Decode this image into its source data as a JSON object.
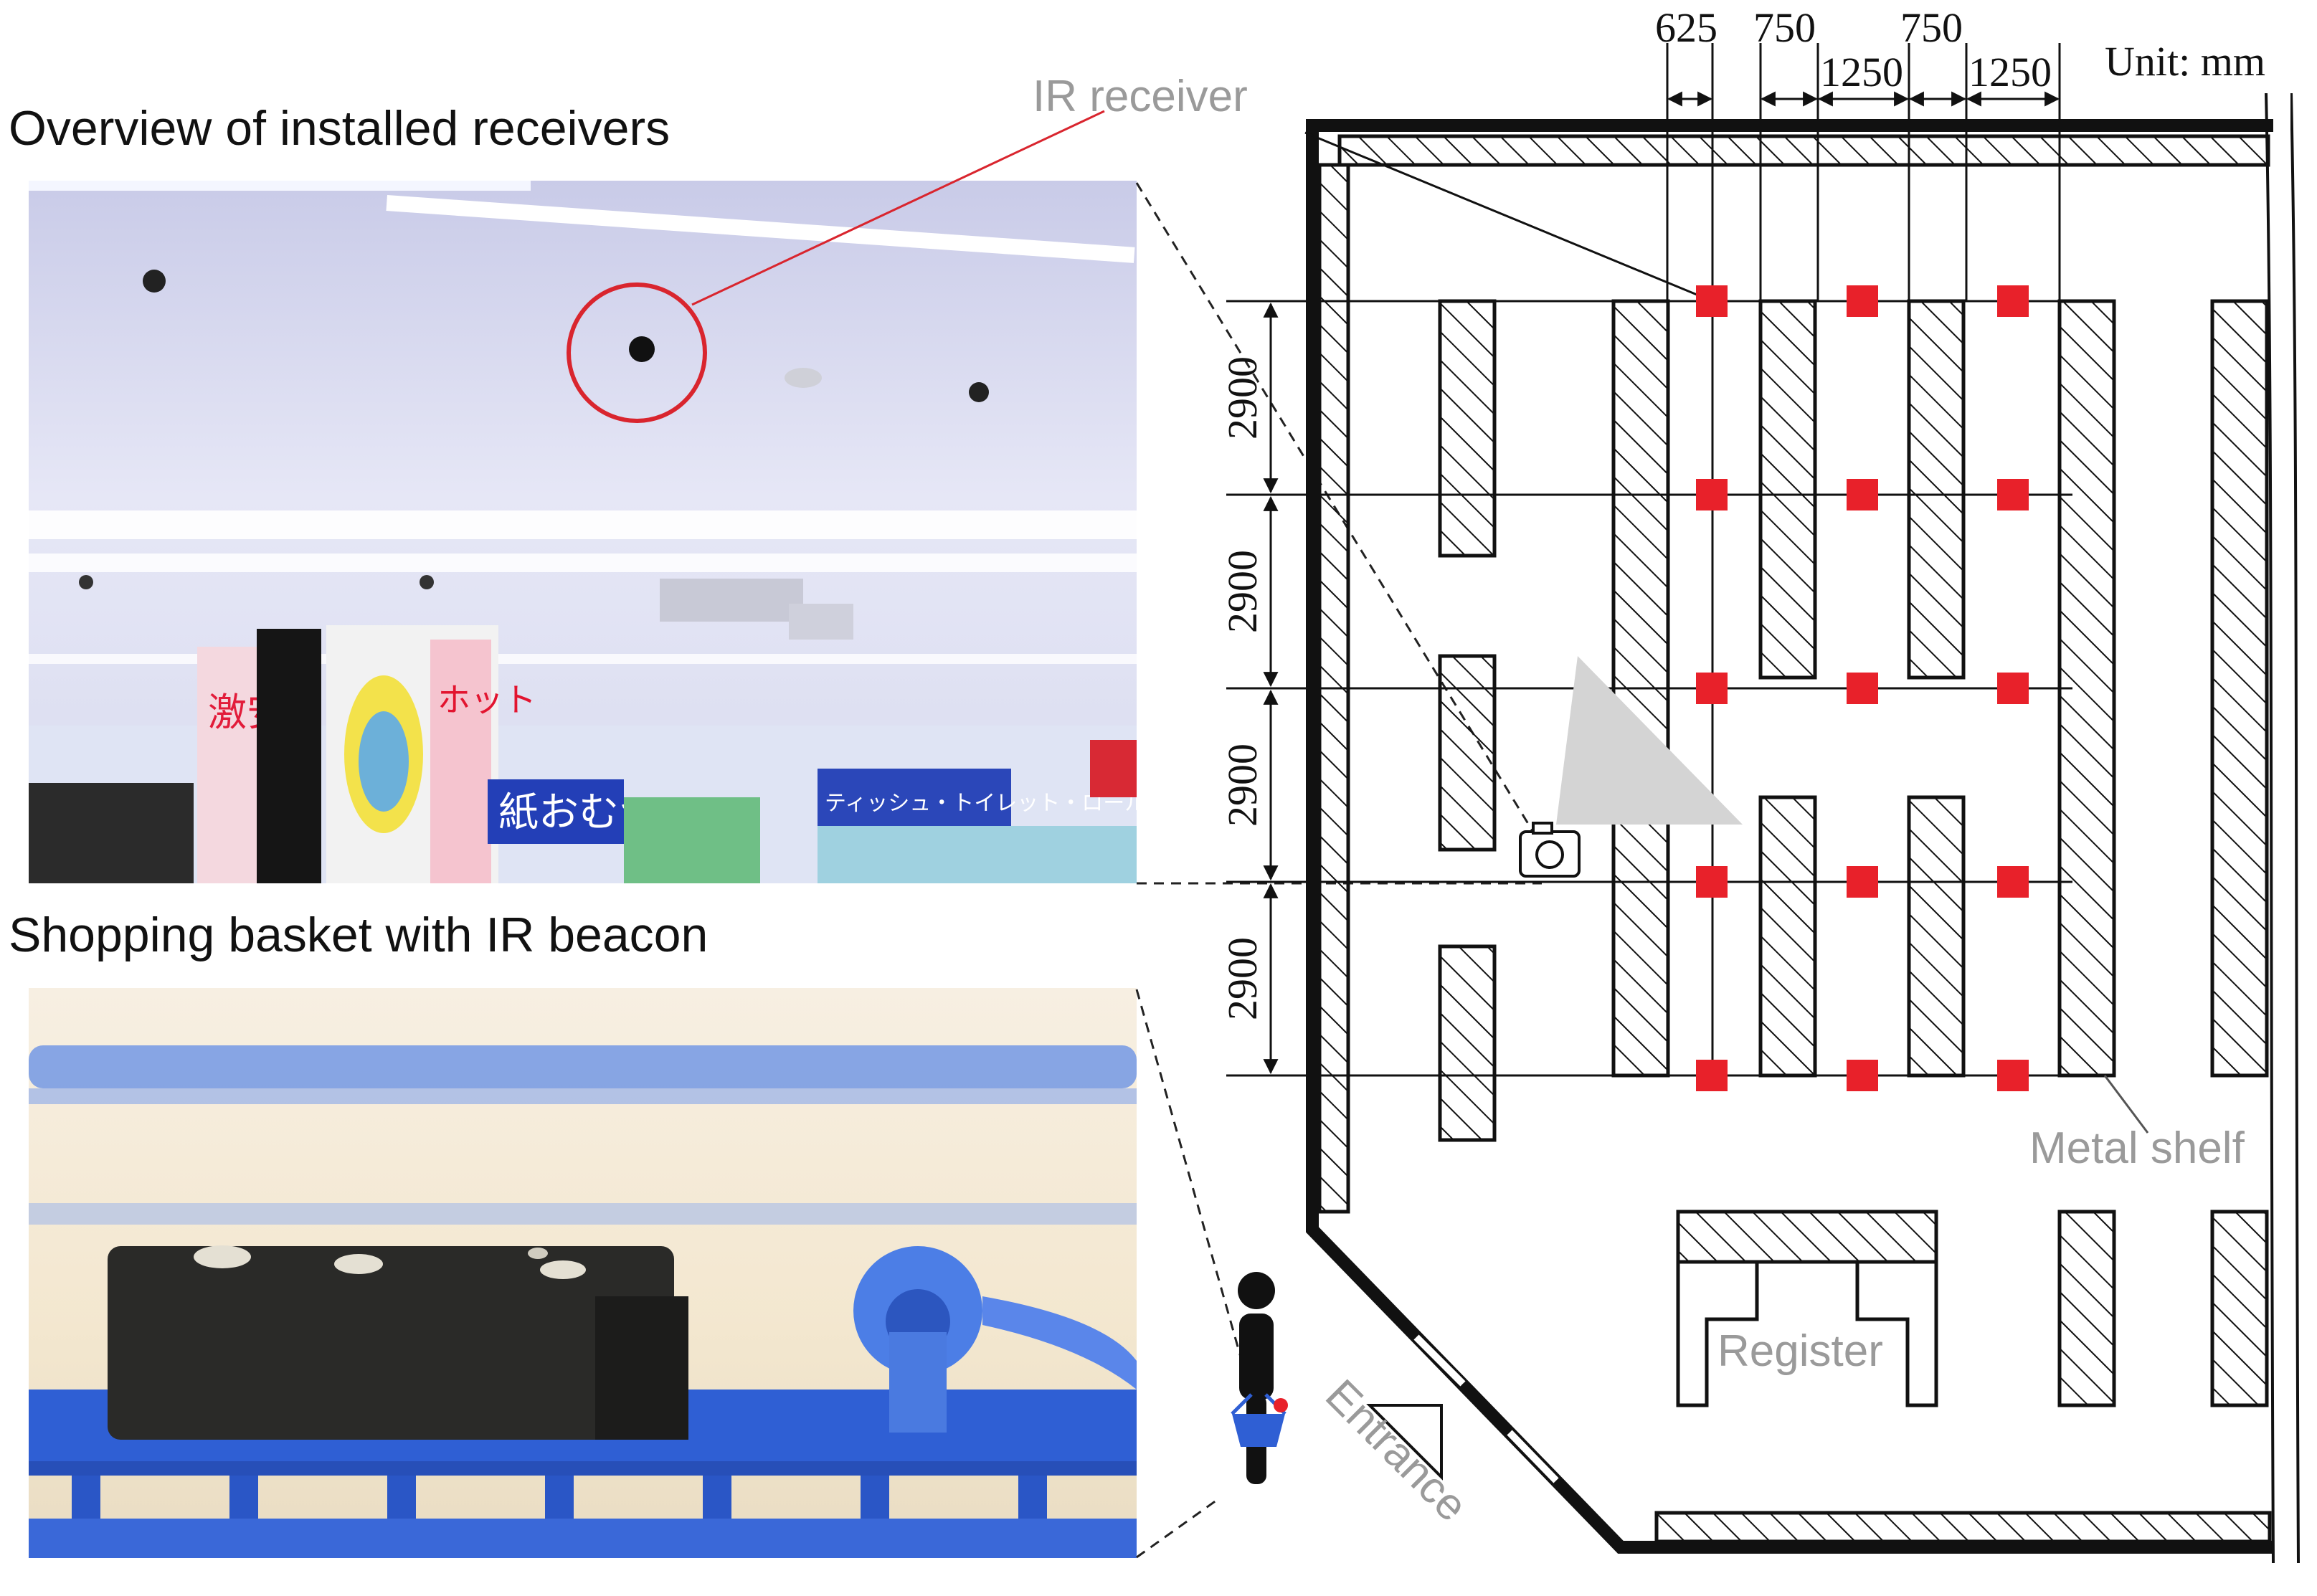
{
  "titles": {
    "receivers": "Overview of installed receivers",
    "basket": "Shopping basket with IR beacon"
  },
  "ceiling_photo": {
    "sign_1": "紙おむつ",
    "sign_2": "ティッシュ・トイレット・ロール",
    "banner_left": "激安",
    "banner_right": "ホット"
  },
  "floor_plan": {
    "unit": "Unit: mm",
    "top_dims": [
      "625",
      "750",
      "750"
    ],
    "top_dims_lower": [
      "1250",
      "1250"
    ],
    "left_dims": [
      "2900",
      "2900",
      "2900",
      "2900"
    ],
    "labels": {
      "ir_receiver": "IR receiver",
      "metal_shelf": "Metal shelf",
      "register": "Register",
      "entrance": "Entrance"
    }
  },
  "colors": {
    "receiver": "#e8212a",
    "basket_blue": "#2f5fd4",
    "highlight_circle": "#d9252e"
  }
}
